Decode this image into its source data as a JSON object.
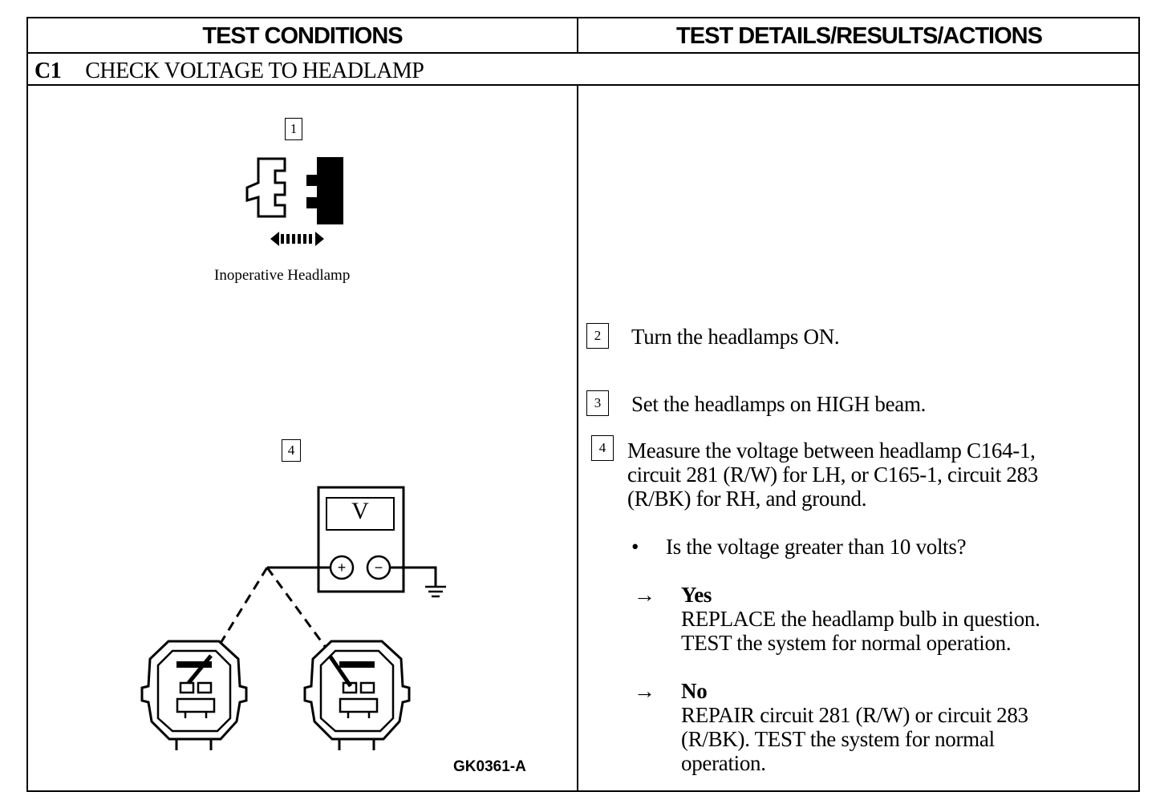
{
  "header": {
    "left": "TEST CONDITIONS",
    "right": "TEST DETAILS/RESULTS/ACTIONS"
  },
  "step": {
    "code": "C1",
    "title": "CHECK VOLTAGE TO HEADLAMP"
  },
  "left": {
    "box1": "1",
    "caption1": "Inoperative Headlamp",
    "box4": "4",
    "meter_label": "V",
    "figure_id": "GK0361-A"
  },
  "right": {
    "step2": {
      "num": "2",
      "text": "Turn the headlamps ON."
    },
    "step3": {
      "num": "3",
      "text": "Set the headlamps on HIGH beam."
    },
    "step4": {
      "num": "4",
      "line1": "Measure the voltage between headlamp C164-1,",
      "line2": "circuit 281 (R/W) for LH, or C165-1, circuit 283",
      "line3": "(R/BK) for RH, and ground."
    },
    "question": "Is the voltage greater than 10 volts?",
    "yes": {
      "label": "Yes",
      "line1": "REPLACE the headlamp bulb in question.",
      "line2": "TEST the system for normal operation."
    },
    "no": {
      "label": "No",
      "line1": "REPAIR circuit 281 (R/W) or circuit 283",
      "line2": "(R/BK). TEST the system for normal",
      "line3": "operation."
    },
    "arrow": "→",
    "bullet": "•"
  }
}
